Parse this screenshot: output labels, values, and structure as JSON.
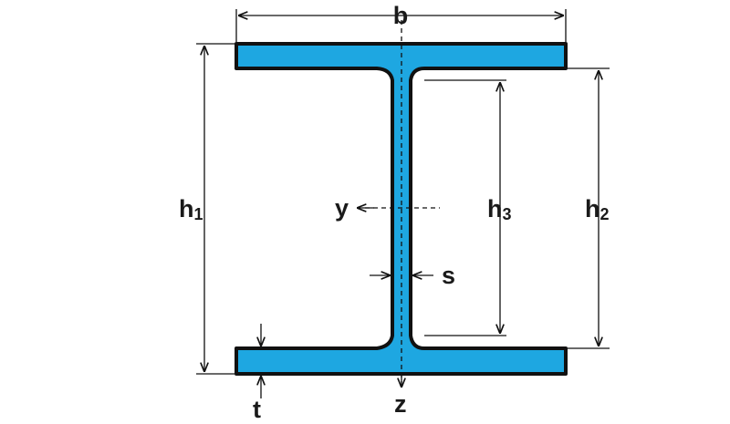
{
  "diagram": {
    "beam_color": "#1ea7e1",
    "outline_color": "#111111",
    "labels": {
      "b": "b",
      "h1_main": "h",
      "h1_sub": "1",
      "h2_main": "h",
      "h2_sub": "2",
      "h3_main": "h",
      "h3_sub": "3",
      "y": "y",
      "z": "z",
      "s": "s",
      "t": "t"
    }
  }
}
